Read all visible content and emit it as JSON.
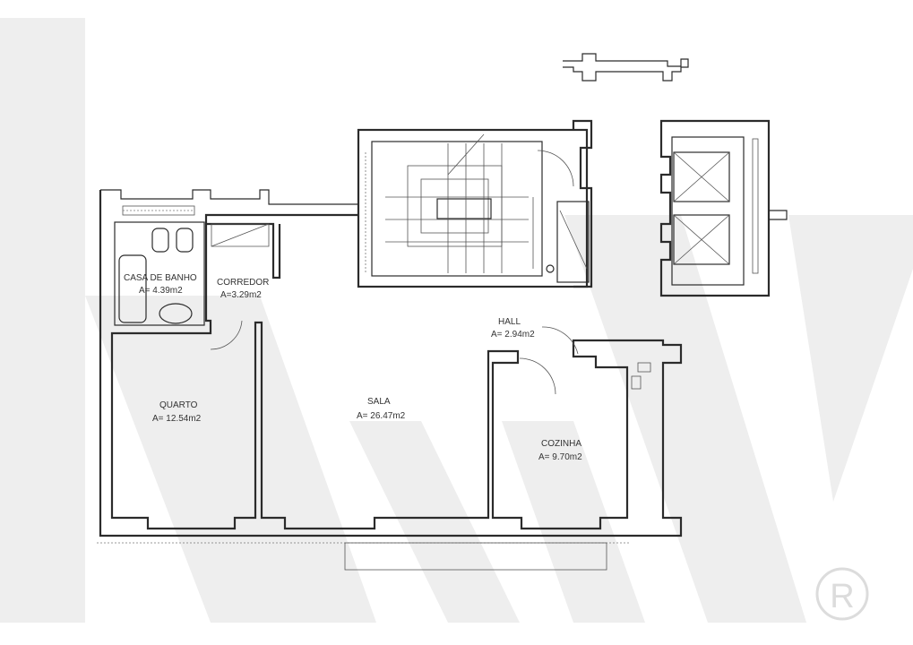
{
  "rooms": {
    "casa_de_banho": {
      "name": "CASA DE BANHO",
      "area": "A= 4.39m2"
    },
    "corredor": {
      "name": "CORREDOR",
      "area": "A=3.29m2"
    },
    "hall": {
      "name": "HALL",
      "area": "A= 2.94m2"
    },
    "quarto": {
      "name": "QUARTO",
      "area": "A= 12.54m2"
    },
    "sala": {
      "name": "SALA",
      "area": "A= 26.47m2"
    },
    "cozinha": {
      "name": "COZINHA",
      "area": "A= 9.70m2"
    }
  },
  "watermark": {
    "symbol": "R",
    "color": "#dcdcdc"
  },
  "colors": {
    "wall": "#2b2b2b",
    "watermark": "#eeeeee",
    "background": "#ffffff"
  }
}
